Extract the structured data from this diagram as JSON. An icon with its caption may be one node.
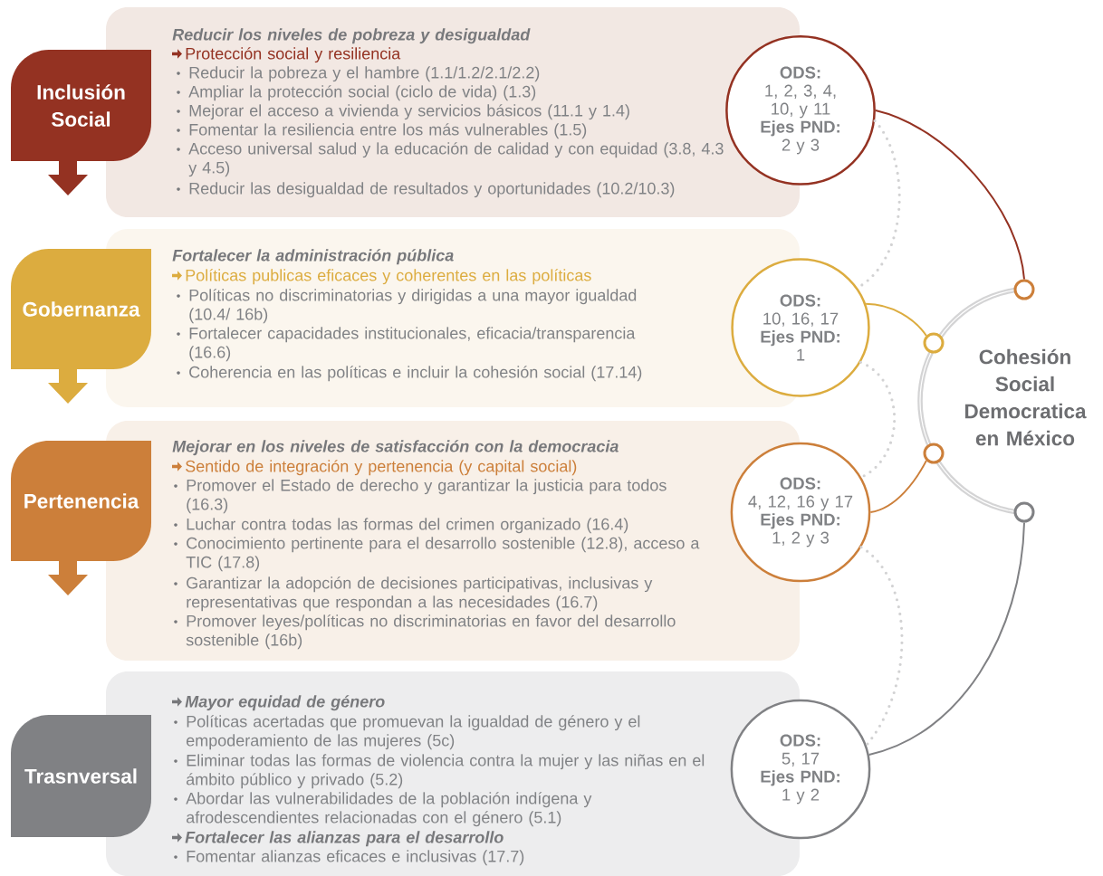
{
  "diagram": {
    "nodes": [
      {
        "text": [
          "Inclusión Social"
        ]
      },
      {
        "text": [
          "Reducir los niveles de pobreza y desigualdad",
          "Protección social y resiliencia",
          "Reducir la pobreza y el hambre (1.1/1.2/2.1/2.2)",
          "Ampliar la protección social (ciclo de vida) (1.3)",
          "Mejorar el acceso a vivienda y servicios básicos (11.1 y 1.4)",
          "Fomentar la resiliencia entre los más vulnerables (1.5)",
          "Acceso universal salud y la educación de calidad y con equidad (3.8, 4.3 y 4.5)",
          "Reducir las desigualdad de resultados y oportunidades (10.2/10.3)"
        ]
      },
      {
        "text": [
          "ODS:",
          "1, 2, 3, 4, 10, y 11",
          "Ejes PND:",
          "2 y 3"
        ]
      },
      {
        "text": [
          "Gobernanza"
        ]
      },
      {
        "text": [
          "Fortalecer la administración pública",
          "Políticas publicas eficaces y coherentes en las políticas",
          "Políticas no discriminatorias y dirigidas a una mayor igualdad (10.4/ 16b)",
          "Fortalecer capacidades institucionales, eficacia/transparencia (16.6)",
          "Coherencia en las políticas e incluir la cohesión social (17.14)"
        ]
      },
      {
        "text": [
          "ODS:",
          "10, 16, 17",
          "Ejes PND:",
          "1"
        ]
      },
      {
        "text": [
          "Pertenencia"
        ]
      },
      {
        "text": [
          "Mejorar en los niveles de satisfacción con la democracia",
          "Sentido de integración y pertenencia (y capital social)",
          "Promover el Estado de derecho y garantizar la justicia para todos (16.3)",
          "Luchar contra todas las formas del crimen organizado (16.4)",
          "Conocimiento pertinente para el desarrollo sostenible (12.8), acceso a TIC (17.8)",
          "Garantizar la adopción de decisiones participativas, inclusivas y representativas que respondan a las necesidades (16.7)",
          "Promover leyes/políticas no discriminatorias en favor del desarrollo sostenible (16b)"
        ]
      },
      {
        "text": [
          "ODS:",
          "4, 12, 16 y 17",
          "Ejes PND:",
          "1, 2 y 3"
        ]
      },
      {
        "text": [
          "Trasnversal"
        ]
      },
      {
        "text": [
          "Mayor equidad de género",
          "Políticas acertadas que promuevan la igualdad de género y el empoderamiento de las mujeres (5c)",
          "Eliminar todas las formas de violencia contra la mujer y las niñas en el ámbito público y privado (5.2)",
          "Abordar las vulnerabilidades de la población indígena y afrodescendientes relacionadas con el género (5.1)",
          "Fortalecer las alianzas para el desarrollo",
          "Fomentar alianzas eficaces e inclusivas (17.7)"
        ]
      },
      {
        "text": [
          "ODS:",
          "5, 17",
          "Ejes PND:",
          "1 y 2"
        ]
      },
      {
        "text": [],
        "shape": "circle"
      },
      {
        "text": [],
        "shape": "circle"
      },
      {
        "text": [],
        "shape": "circle"
      },
      {
        "text": [],
        "shape": "circle"
      }
    ],
    "edges": [
      {
        "from": 2,
        "to": 12,
        "arrow": "none",
        "color": "#943222"
      },
      {
        "from": 5,
        "to": 13,
        "arrow": "none",
        "color": "#dcac3f"
      },
      {
        "from": 8,
        "to": 14,
        "arrow": "none",
        "color": "#cc7f3a"
      },
      {
        "from": 11,
        "to": 15,
        "arrow": "none",
        "color": "#808184"
      },
      {
        "from": 2,
        "to": 5,
        "arrow": "none",
        "style": "dashed",
        "color": "#d2d2d3"
      },
      {
        "from": 5,
        "to": 8,
        "arrow": "none",
        "style": "dashed",
        "color": "#d2d2d3"
      },
      {
        "from": 8,
        "to": 11,
        "arrow": "none",
        "style": "dashed",
        "color": "#d2d2d3"
      }
    ],
    "labels": [
      "Cohesión Social Democratica en México"
    ]
  }
}
